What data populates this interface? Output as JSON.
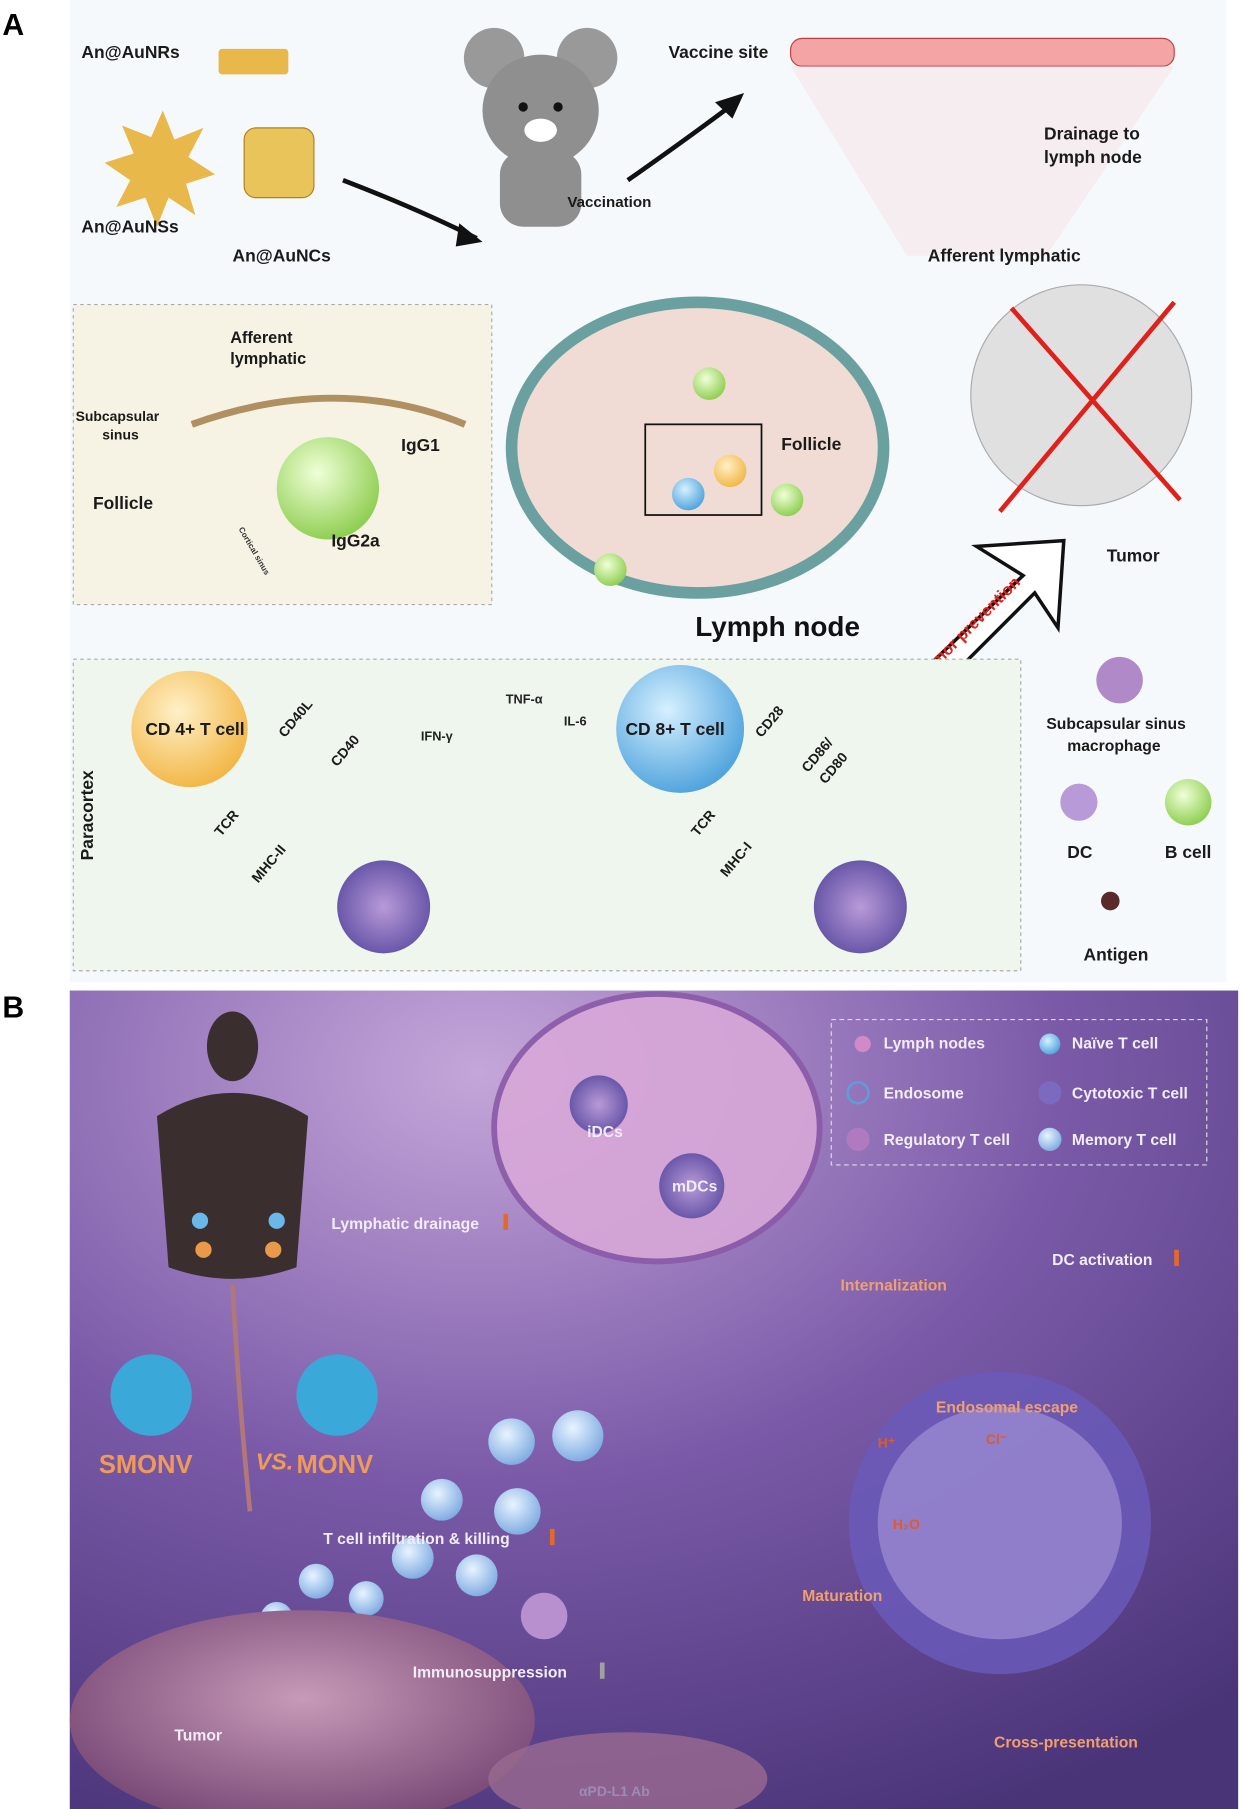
{
  "panel_a": {
    "letter": "A",
    "particles": {
      "nanorods": "An@AuNRs",
      "nanostars": "An@AuNSs",
      "nanocages": "An@AuNCs"
    },
    "vaccination": "Vaccination",
    "vaccine_site": "Vaccine site",
    "drainage": [
      "Drainage to",
      "lymph node"
    ],
    "afferent_lymphatic": "Afferent lymphatic",
    "inset": {
      "afferent": [
        "Afferent",
        "lymphatic"
      ],
      "subcapsular": [
        "Subcapsular",
        "sinus"
      ],
      "follicle": "Follicle",
      "igg1": "IgG1",
      "igg2a": "IgG2a",
      "cortical_sinus": "Cortical sinus"
    },
    "follicle_label": "Follicle",
    "lymph_node": "Lymph node",
    "tumor": "Tumor",
    "tumor_prevention": "Tumor prevention",
    "paracortex": {
      "title": "Paracortex",
      "cd4": "CD 4+ T cell",
      "cd40l": "CD40L",
      "cd40": "CD40",
      "tcr_left": "TCR",
      "mhc2": "MHC-II",
      "tnf": "TNF-α",
      "ifn": "IFN-γ",
      "il6": "IL-6",
      "cd8": "CD 8+ T cell",
      "cd28": "CD28",
      "cd86": [
        "CD86/",
        "CD80"
      ],
      "tcr_right": "TCR",
      "mhc1": "MHC-I"
    },
    "legend": {
      "macrophage": [
        "Subcapsular sinus",
        "macrophage"
      ],
      "dc": "DC",
      "bcell": "B cell",
      "antigen": "Antigen"
    }
  },
  "panel_b": {
    "letter": "B",
    "legend": {
      "items": [
        "Lymph nodes",
        "Naïve T cell",
        "Endosome",
        "Cytotoxic T cell",
        "Regulatory T cell",
        "Memory T cell"
      ]
    },
    "idcs": "iDCs",
    "mdcs": "mDCs",
    "lymphatic_drainage": "Lymphatic drainage",
    "dc_activation": "DC activation",
    "internalization": "Internalization",
    "endosomal_escape": "Endosomal escape",
    "h_plus": "H⁺",
    "cl_minus": "Cl⁻",
    "h2o": "H₂O",
    "maturation": "Maturation",
    "cross_presentation": "Cross-presentation",
    "smonv": "SMONV",
    "vs": "VS.",
    "monv": "MONV",
    "t_cell_infiltration": "T cell infiltration & killing",
    "immunosuppression": "Immunosuppression",
    "tumor": "Tumor",
    "antibody": "αPD-L1 Ab"
  },
  "colors": {
    "panel_a_bg": "#f6f9fb",
    "panel_b_bg": "#6a4f98",
    "accent_red": "#e0201b",
    "gold": "#e8b84a",
    "orange_text": "#f0a070"
  }
}
